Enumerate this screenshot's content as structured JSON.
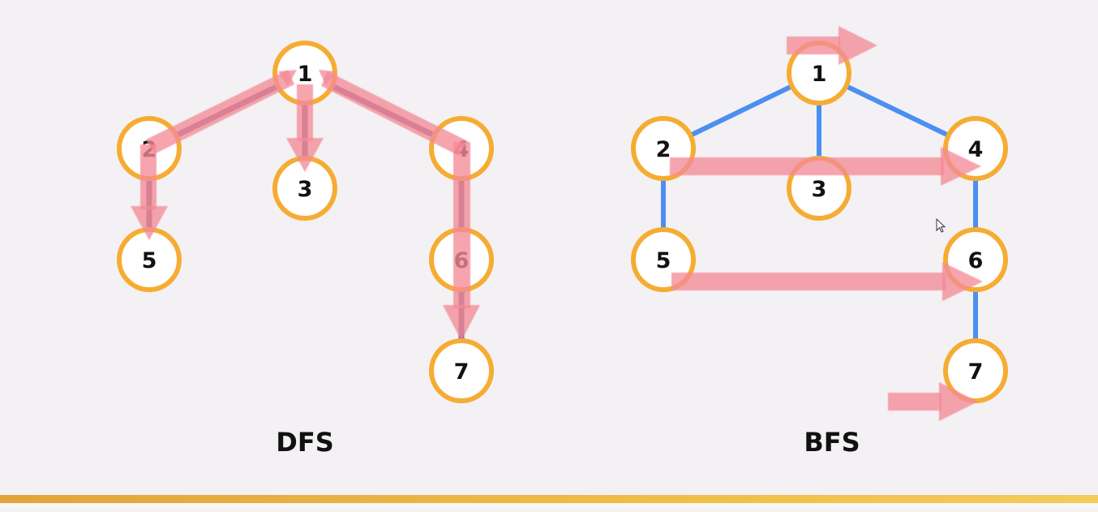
{
  "colors": {
    "background": "#f3f1f4",
    "node_fill": "#ffffff",
    "node_stroke": "#f6ac33",
    "edge": "#4b8ff0",
    "dfs_edge": "#7b5b8c",
    "arrow": "#f48a96",
    "text": "#111111"
  },
  "dfs": {
    "caption": "DFS",
    "nodes": [
      "1",
      "2",
      "3",
      "4",
      "5",
      "6",
      "7"
    ]
  },
  "bfs": {
    "caption": "BFS",
    "nodes": [
      "1",
      "2",
      "3",
      "4",
      "5",
      "6",
      "7"
    ]
  },
  "icons": {
    "cursor": "mouse-cursor-icon"
  }
}
